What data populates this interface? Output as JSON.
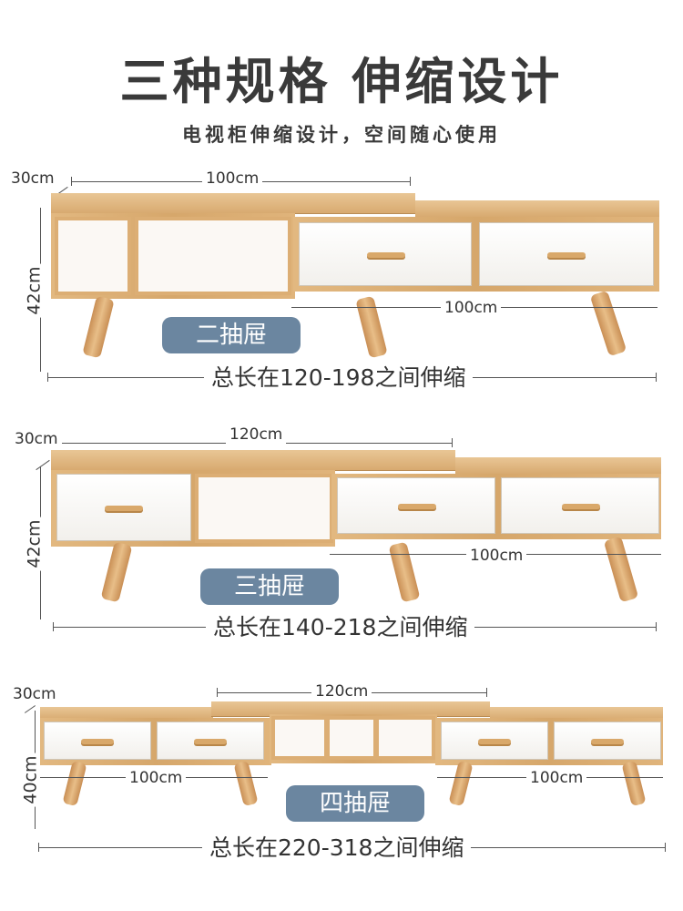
{
  "header": {
    "title": "三种规格 伸缩设计",
    "subtitle": "电视柜伸缩设计，空间随心使用"
  },
  "specs": [
    {
      "depth": "30cm",
      "top_width": "100cm",
      "height": "42cm",
      "ext_width": "100cm",
      "drawer_label": "二抽屉",
      "total": "总长在120-198之间伸缩"
    },
    {
      "depth": "30cm",
      "top_width": "120cm",
      "height": "42cm",
      "ext_width": "100cm",
      "drawer_label": "三抽屉",
      "total": "总长在140-218之间伸缩"
    },
    {
      "depth": "30cm",
      "top_width": "120cm",
      "height": "40cm",
      "left_width": "100cm",
      "right_width": "100cm",
      "drawer_label": "四抽屉",
      "total": "总长在220-318之间伸缩"
    }
  ],
  "colors": {
    "badge": "#6b86a0",
    "wood": "#dcae74",
    "drawer": "#ffffff"
  }
}
